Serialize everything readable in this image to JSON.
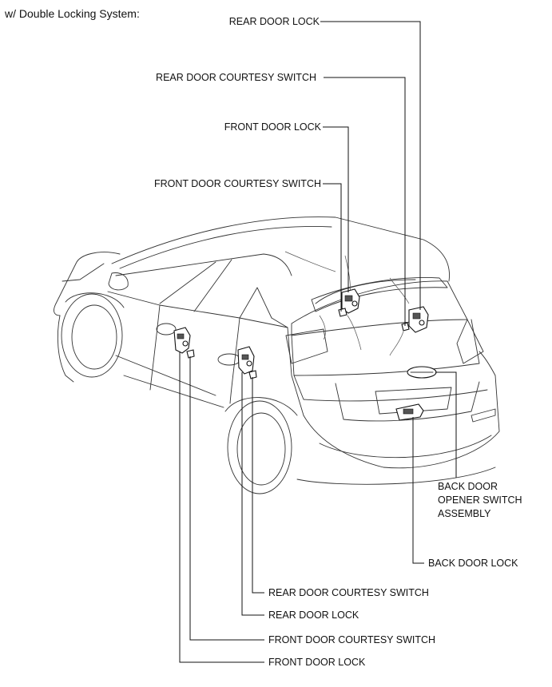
{
  "heading": "w/ Double Locking System:",
  "labels": {
    "top_rear_door_lock": "REAR DOOR LOCK",
    "top_rear_door_courtesy_switch": "REAR DOOR COURTESY SWITCH",
    "top_front_door_lock": "FRONT DOOR LOCK",
    "top_front_door_courtesy_switch": "FRONT DOOR COURTESY SWITCH",
    "back_door_opener_line1": "BACK DOOR",
    "back_door_opener_line2": "OPENER SWITCH",
    "back_door_opener_line3": "ASSEMBLY",
    "back_door_lock": "BACK DOOR LOCK",
    "bottom_rear_door_courtesy_switch": "REAR DOOR COURTESY SWITCH",
    "bottom_rear_door_lock": "REAR DOOR LOCK",
    "bottom_front_door_courtesy_switch": "FRONT DOOR COURTESY SWITCH",
    "bottom_front_door_lock": "FRONT DOOR LOCK"
  }
}
